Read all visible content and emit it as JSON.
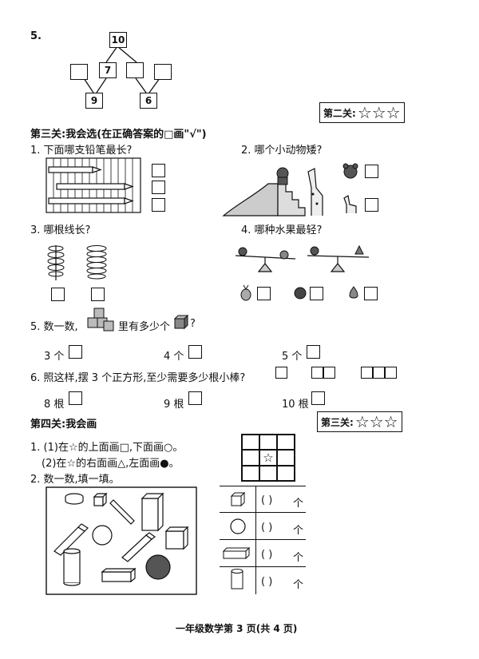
{
  "q5_tree": {
    "label": "5.",
    "top": "10",
    "left_mid": "7",
    "bottom_left": "9",
    "bottom_right": "6",
    "right_mid": "",
    "far_left": "",
    "far_right": ""
  },
  "badge2": {
    "label": "第二关:",
    "stars": "☆☆☆"
  },
  "section3": {
    "title": "第三关:我会选(在正确答案的□画\"√\")",
    "q1": "1. 下面哪支铅笔最长?",
    "q2": "2. 哪个小动物矮?",
    "q3": "3. 哪根线长?",
    "q4": "4. 哪种水果最轻?",
    "q5_prefix": "5. 数一数,",
    "q5_suffix": "里有多少个",
    "q5_end": "?",
    "q5_options": [
      "3 个",
      "4 个",
      "5 个"
    ],
    "q6": "6. 照这样,摆 3 个正方形,至少需要多少根小棒?",
    "q6_options": [
      "8 根",
      "9 根",
      "10 根"
    ]
  },
  "badge3": {
    "label": "第三关:",
    "stars": "☆☆☆"
  },
  "section4": {
    "title": "第四关:我会画",
    "q1a": "1. (1)在☆的上面画□,下面画○。",
    "q1b": "(2)在☆的右面画△,左面画●。",
    "q2": "2. 数一数,填一填。",
    "grid_star": "☆",
    "rows": [
      {
        "blank": "(    )",
        "unit": "个"
      },
      {
        "blank": "(    )",
        "unit": "个"
      },
      {
        "blank": "(    )",
        "unit": "个"
      },
      {
        "blank": "(    )",
        "unit": "个"
      }
    ]
  },
  "footer": "一年级数学第 3 页(共 4 页)"
}
